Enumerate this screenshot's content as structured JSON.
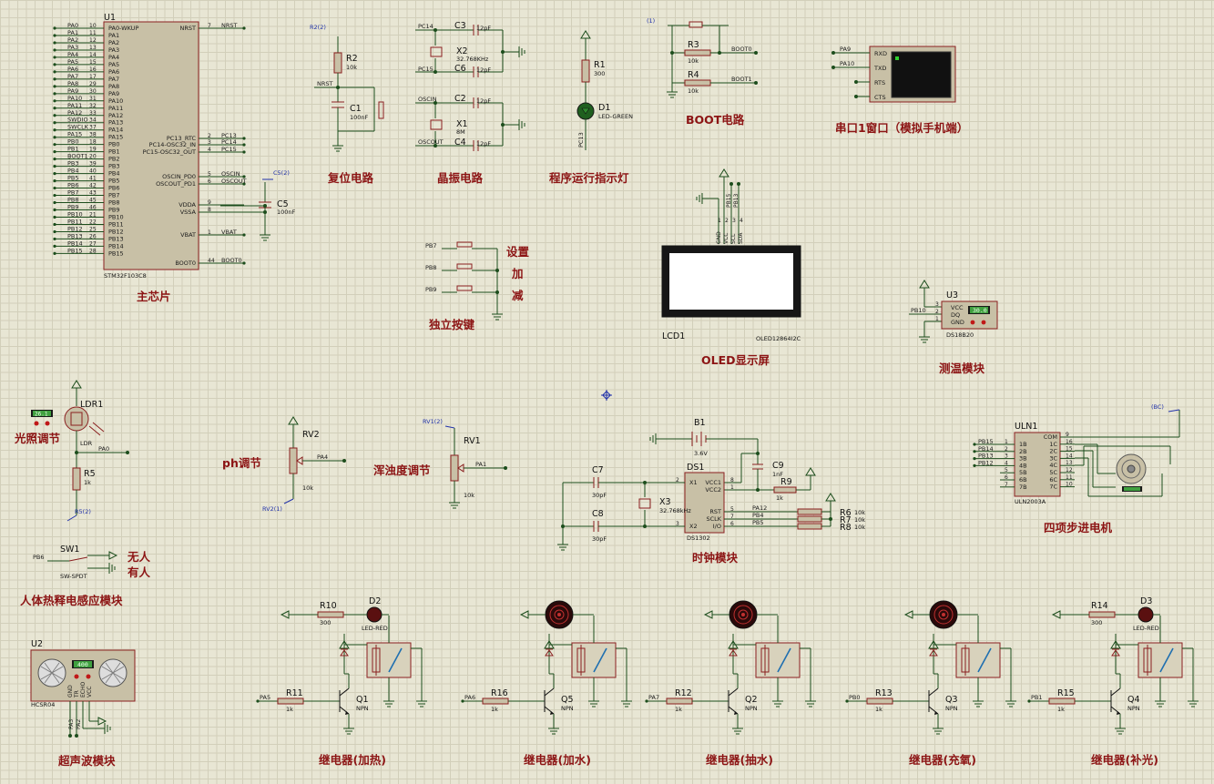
{
  "mcu": {
    "ref": "U1",
    "part": "STM32F103C8",
    "left_pins": [
      {
        "net": "PA0",
        "num": "10",
        "name": "PA0-WKUP"
      },
      {
        "net": "PA1",
        "num": "11",
        "name": "PA1"
      },
      {
        "net": "PA2",
        "num": "12",
        "name": "PA2"
      },
      {
        "net": "PA3",
        "num": "13",
        "name": "PA3"
      },
      {
        "net": "PA4",
        "num": "14",
        "name": "PA4"
      },
      {
        "net": "PA5",
        "num": "15",
        "name": "PA5"
      },
      {
        "net": "PA6",
        "num": "16",
        "name": "PA6"
      },
      {
        "net": "PA7",
        "num": "17",
        "name": "PA7"
      },
      {
        "net": "PA8",
        "num": "29",
        "name": "PA8"
      },
      {
        "net": "PA9",
        "num": "30",
        "name": "PA9"
      },
      {
        "net": "PA10",
        "num": "31",
        "name": "PA10"
      },
      {
        "net": "PA11",
        "num": "32",
        "name": "PA11"
      },
      {
        "net": "PA12",
        "num": "33",
        "name": "PA12"
      },
      {
        "net": "SWDIO",
        "num": "34",
        "name": "PA13"
      },
      {
        "net": "SWCLK",
        "num": "37",
        "name": "PA14"
      },
      {
        "net": "PA15",
        "num": "38",
        "name": "PA15"
      },
      {
        "net": "PB0",
        "num": "18",
        "name": "PB0"
      },
      {
        "net": "PB1",
        "num": "19",
        "name": "PB1"
      },
      {
        "net": "BOOT1",
        "num": "20",
        "name": "PB2"
      },
      {
        "net": "PB3",
        "num": "39",
        "name": "PB3"
      },
      {
        "net": "PB4",
        "num": "40",
        "name": "PB4"
      },
      {
        "net": "PB5",
        "num": "41",
        "name": "PB5"
      },
      {
        "net": "PB6",
        "num": "42",
        "name": "PB6"
      },
      {
        "net": "PB7",
        "num": "43",
        "name": "PB7"
      },
      {
        "net": "PB8",
        "num": "45",
        "name": "PB8"
      },
      {
        "net": "PB9",
        "num": "46",
        "name": "PB9"
      },
      {
        "net": "PB10",
        "num": "21",
        "name": "PB10"
      },
      {
        "net": "PB11",
        "num": "22",
        "name": "PB11"
      },
      {
        "net": "PB12",
        "num": "25",
        "name": "PB12"
      },
      {
        "net": "PB13",
        "num": "26",
        "name": "PB13"
      },
      {
        "net": "PB14",
        "num": "27",
        "name": "PB14"
      },
      {
        "net": "PB15",
        "num": "28",
        "name": "PB15"
      }
    ],
    "right_pins": [
      {
        "name": "NRST",
        "num": "7",
        "net": "NRST"
      },
      {
        "name": "PC13_RTC",
        "num": "2",
        "net": "PC13"
      },
      {
        "name": "PC14-OSC32_IN",
        "num": "3",
        "net": "PC14"
      },
      {
        "name": "PC15-OSC32_OUT",
        "num": "4",
        "net": "PC15"
      },
      {
        "name": "OSCIN_PD0",
        "num": "5",
        "net": "OSCIN"
      },
      {
        "name": "OSCOUT_PD1",
        "num": "6",
        "net": "OSCOUT"
      },
      {
        "name": "VDDA",
        "num": "9",
        "net": ""
      },
      {
        "name": "VSSA",
        "num": "8",
        "net": ""
      },
      {
        "name": "VBAT",
        "num": "1",
        "net": "VBAT"
      },
      {
        "name": "BOOT0",
        "num": "44",
        "net": "BOOT0"
      }
    ],
    "c5": {
      "ref": "C5",
      "val": "100nF",
      "probe": "C5(2)"
    }
  },
  "labels": {
    "main_chip": "主芯片",
    "reset": "复位电路",
    "crystal": "晶振电路",
    "run_led": "程序运行指示灯",
    "boot": "BOOT电路",
    "uart": "串口1窗口（模拟手机端）",
    "keys": "独立按键",
    "key_set": "设置",
    "key_add": "加",
    "key_sub": "减",
    "oled": "OLED显示屏",
    "temp": "测温模块",
    "light": "光照调节",
    "ph": "ph调节",
    "turbidity": "浑浊度调节",
    "clock": "时钟模块",
    "stepper": "四项步进电机",
    "pir": "人体热释电感应模块",
    "pir_none": "无人",
    "pir_some": "有人",
    "ultrasonic": "超声波模块",
    "relay_heat": "继电器(加热)",
    "relay_water": "继电器(加水)",
    "relay_pump": "继电器(抽水)",
    "relay_oxygen": "继电器(充氧)",
    "relay_light": "继电器(补光)"
  },
  "reset": {
    "r_ref": "R2",
    "r_val": "10k",
    "c_ref": "C1",
    "c_val": "100nF",
    "net": "NRST",
    "probe": "R2(2)"
  },
  "crystal": {
    "c3": "C3",
    "c3_val": "12pF",
    "c6": "C6",
    "c6_val": "12pF",
    "x2": "X2",
    "x2_val": "32.768KHz",
    "c2": "C2",
    "c2_val": "12pF",
    "c4": "C4",
    "c4_val": "12pF",
    "x1": "X1",
    "x1_val": "8M",
    "net_pc14": "PC14",
    "net_pc15": "PC15",
    "net_oscin": "OSCIN",
    "net_oscout": "OSCOUT"
  },
  "led": {
    "r_ref": "R1",
    "r_val": "300",
    "d_ref": "D1",
    "d_val": "LED-GREEN",
    "net": "PC13"
  },
  "boot": {
    "probe": "(1)",
    "r3": "R3",
    "r3_val": "10k",
    "r4": "R4",
    "r4_val": "10k",
    "net0": "BOOT0",
    "net1": "BOOT1"
  },
  "uart": {
    "net_rx": "PA9",
    "net_tx": "PA10",
    "pins": [
      "RXD",
      "TXD",
      "RTS",
      "CTS"
    ]
  },
  "keys": {
    "nets": [
      "PB7",
      "PB8",
      "PB9"
    ]
  },
  "oled": {
    "ref": "LCD1",
    "part": "OLED12864I2C",
    "pins": [
      "GND",
      "VCC",
      "SCL",
      "SDA"
    ],
    "pin_nums": [
      "1",
      "2",
      "3",
      "4"
    ],
    "nets": [
      "PB15",
      "PB13"
    ]
  },
  "temp": {
    "ref": "U3",
    "part": "DS18B20",
    "pins": [
      "VCC",
      "DQ",
      "GND"
    ],
    "pin_nums": [
      "3",
      "2",
      "1"
    ],
    "net": "PB10",
    "display": "30.0"
  },
  "light": {
    "ref": "LDR1",
    "part": "LDR",
    "display": "26.1",
    "r_ref": "R5",
    "r_val": "1k",
    "net": "PA0",
    "probe": "R5(2)"
  },
  "ph": {
    "ref": "RV2",
    "val": "10k",
    "net": "PA4",
    "probe": "RV2(1)"
  },
  "turb": {
    "ref": "RV1",
    "val": "10k",
    "net": "PA1",
    "probe": "RV1(2)"
  },
  "clock": {
    "b_ref": "B1",
    "b_val": "3.6V",
    "c7": "C7",
    "c7_val": "30pF",
    "c8": "C8",
    "c8_val": "30pF",
    "x3": "X3",
    "x3_val": "32.768kHz",
    "c9": "C9",
    "c9_val": "1nF",
    "r9": "R9",
    "r9_val": "1k",
    "ds_ref": "DS1",
    "ds_part": "DS1302",
    "ds_left": [
      {
        "name": "X1",
        "num": "2"
      },
      {
        "name": "X2",
        "num": "3"
      }
    ],
    "ds_right": [
      {
        "name": "VCC1",
        "num": "8"
      },
      {
        "name": "VCC2",
        "num": "1"
      },
      {
        "name": "RST",
        "num": "5"
      },
      {
        "name": "SCLK",
        "num": "7"
      },
      {
        "name": "I/O",
        "num": "6"
      }
    ],
    "nets": [
      "PA12",
      "PB4",
      "PB5"
    ],
    "r6": "R6",
    "r7": "R7",
    "r8": "R8",
    "r_val": "10k"
  },
  "stepper": {
    "ref": "ULN1",
    "part": "ULN2003A",
    "probe": "(BC)",
    "in_nets": [
      "PB15",
      "PB14",
      "PB13",
      "PB12"
    ],
    "left": [
      {
        "name": "1B",
        "num": "1"
      },
      {
        "name": "2B",
        "num": "2"
      },
      {
        "name": "3B",
        "num": "3"
      },
      {
        "name": "4B",
        "num": "4"
      },
      {
        "name": "5B",
        "num": "5"
      },
      {
        "name": "6B",
        "num": "6"
      },
      {
        "name": "7B",
        "num": "7"
      }
    ],
    "right": [
      {
        "name": "COM",
        "num": "9"
      },
      {
        "name": "1C",
        "num": "16"
      },
      {
        "name": "2C",
        "num": "15"
      },
      {
        "name": "3C",
        "num": "14"
      },
      {
        "name": "4C",
        "num": "13"
      },
      {
        "name": "5C",
        "num": "12"
      },
      {
        "name": "6C",
        "num": "11"
      },
      {
        "name": "7C",
        "num": "10"
      }
    ]
  },
  "pir": {
    "ref": "SW1",
    "part": "SW-SPDT",
    "net": "PB6"
  },
  "ultra": {
    "ref": "U2",
    "part": "HCSR04",
    "display": "400",
    "pins": [
      "GND",
      "TR",
      "ECHO",
      "VCC"
    ],
    "nets": [
      "PA3",
      "PA2"
    ]
  },
  "relays": [
    {
      "r_top": "R10",
      "r_top_val": "300",
      "led": "D2",
      "led_val": "LED-RED",
      "net": "PA5",
      "rb": "R11",
      "rb_val": "1k",
      "q": "Q1",
      "q_val": "NPN"
    },
    {
      "net": "PA6",
      "rb": "R16",
      "rb_val": "1k",
      "q": "Q5",
      "q_val": "NPN"
    },
    {
      "net": "PA7",
      "rb": "R12",
      "rb_val": "1k",
      "q": "Q2",
      "q_val": "NPN"
    },
    {
      "net": "PB0",
      "rb": "R13",
      "rb_val": "1k",
      "q": "Q3",
      "q_val": "NPN"
    },
    {
      "r_top": "R14",
      "r_top_val": "300",
      "led": "D3",
      "led_val": "LED-RED",
      "net": "PB1",
      "rb": "R15",
      "rb_val": "1k",
      "q": "Q4",
      "q_val": "NPN"
    }
  ]
}
